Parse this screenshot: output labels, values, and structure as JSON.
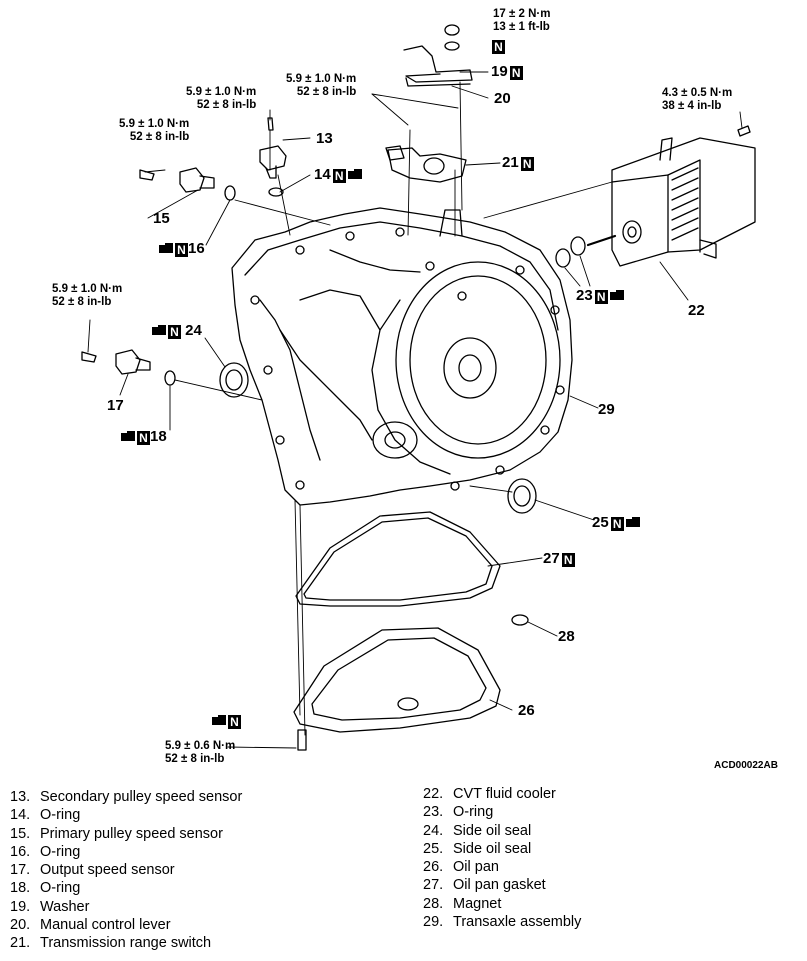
{
  "figure_code": "ACD00022AB",
  "callouts": [
    {
      "id": "13",
      "text": "13"
    },
    {
      "id": "14",
      "text": "14"
    },
    {
      "id": "15",
      "text": "15"
    },
    {
      "id": "16",
      "text": "16"
    },
    {
      "id": "17",
      "text": "17"
    },
    {
      "id": "18",
      "text": "18"
    },
    {
      "id": "19",
      "text": "19"
    },
    {
      "id": "20",
      "text": "20"
    },
    {
      "id": "21",
      "text": "21"
    },
    {
      "id": "22",
      "text": "22"
    },
    {
      "id": "23",
      "text": "23"
    },
    {
      "id": "24",
      "text": "24"
    },
    {
      "id": "25",
      "text": "25"
    },
    {
      "id": "26",
      "text": "26"
    },
    {
      "id": "27",
      "text": "27"
    },
    {
      "id": "28",
      "text": "28"
    },
    {
      "id": "29",
      "text": "29"
    }
  ],
  "torque_specs": {
    "t_top": {
      "line1": "17 ± 2 N·m",
      "line2": "13 ± 1 ft-lb"
    },
    "t_13": {
      "line1": "5.9 ± 1.0 N·m",
      "line2": "52 ± 8 in-lb"
    },
    "t_15": {
      "line1": "5.9 ± 1.0 N·m",
      "line2": "52 ± 8 in-lb"
    },
    "t_20": {
      "line1": "5.9 ± 1.0 N·m",
      "line2": "52 ± 8 in-lb"
    },
    "t_22": {
      "line1": "4.3 ± 0.5 N·m",
      "line2": "38 ± 4 in-lb"
    },
    "t_17": {
      "line1": "5.9 ± 1.0 N·m",
      "line2": "52 ± 8 in-lb"
    },
    "t_26": {
      "line1": "5.9 ± 0.6 N·m",
      "line2": "52 ± 8 in-lb"
    }
  },
  "new_part_mark": "N",
  "legend_left": [
    {
      "num": "13.",
      "text": "Secondary pulley speed sensor"
    },
    {
      "num": "14.",
      "text": "O-ring"
    },
    {
      "num": "15.",
      "text": "Primary pulley speed sensor"
    },
    {
      "num": "16.",
      "text": "O-ring"
    },
    {
      "num": "17.",
      "text": "Output speed sensor"
    },
    {
      "num": "18.",
      "text": "O-ring"
    },
    {
      "num": "19.",
      "text": "Washer"
    },
    {
      "num": "20.",
      "text": "Manual control lever"
    },
    {
      "num": "21.",
      "text": "Transmission range switch"
    }
  ],
  "legend_right": [
    {
      "num": "22.",
      "text": "CVT fluid cooler"
    },
    {
      "num": "23.",
      "text": "O-ring"
    },
    {
      "num": "24.",
      "text": "Side oil seal"
    },
    {
      "num": "25.",
      "text": "Side oil seal"
    },
    {
      "num": "26.",
      "text": "Oil pan"
    },
    {
      "num": "27.",
      "text": "Oil pan gasket"
    },
    {
      "num": "28.",
      "text": "Magnet"
    },
    {
      "num": "29.",
      "text": "Transaxle assembly"
    }
  ]
}
